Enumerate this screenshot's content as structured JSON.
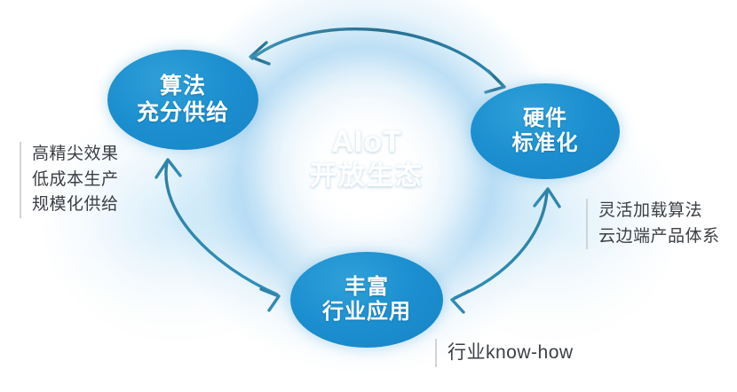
{
  "figure": {
    "title_center": "AIoT",
    "subtitle_center": "开放生态",
    "background_color": "#ffffff",
    "node_color": "#1c8fd0",
    "arrow_color": "#2a6f8e",
    "annotation_text_color": "#3b3f44",
    "annotation_bar_color": "#cfd4d8"
  },
  "nodes": [
    {
      "id": "algorithm",
      "line1": "算法",
      "line2": "充分供给"
    },
    {
      "id": "hardware",
      "line1": "硬件",
      "line2": "标准化"
    },
    {
      "id": "industry",
      "line1": "丰富",
      "line2": "行业应用"
    }
  ],
  "annotations": {
    "left": {
      "line1": "高精尖效果",
      "line2": "低成本生产",
      "line3": "规模化供给"
    },
    "right": {
      "line1": "灵活加载算法",
      "line2": "云边端产品体系"
    },
    "bottom": {
      "line1": "行业know-how"
    }
  },
  "connectors": [
    {
      "id": "top",
      "from": "algorithm",
      "to": "hardware",
      "style": "double-headed-arc"
    },
    {
      "id": "left",
      "from": "algorithm",
      "to": "industry",
      "style": "double-headed-arc"
    },
    {
      "id": "right",
      "from": "hardware",
      "to": "industry",
      "style": "double-headed-arc"
    }
  ]
}
